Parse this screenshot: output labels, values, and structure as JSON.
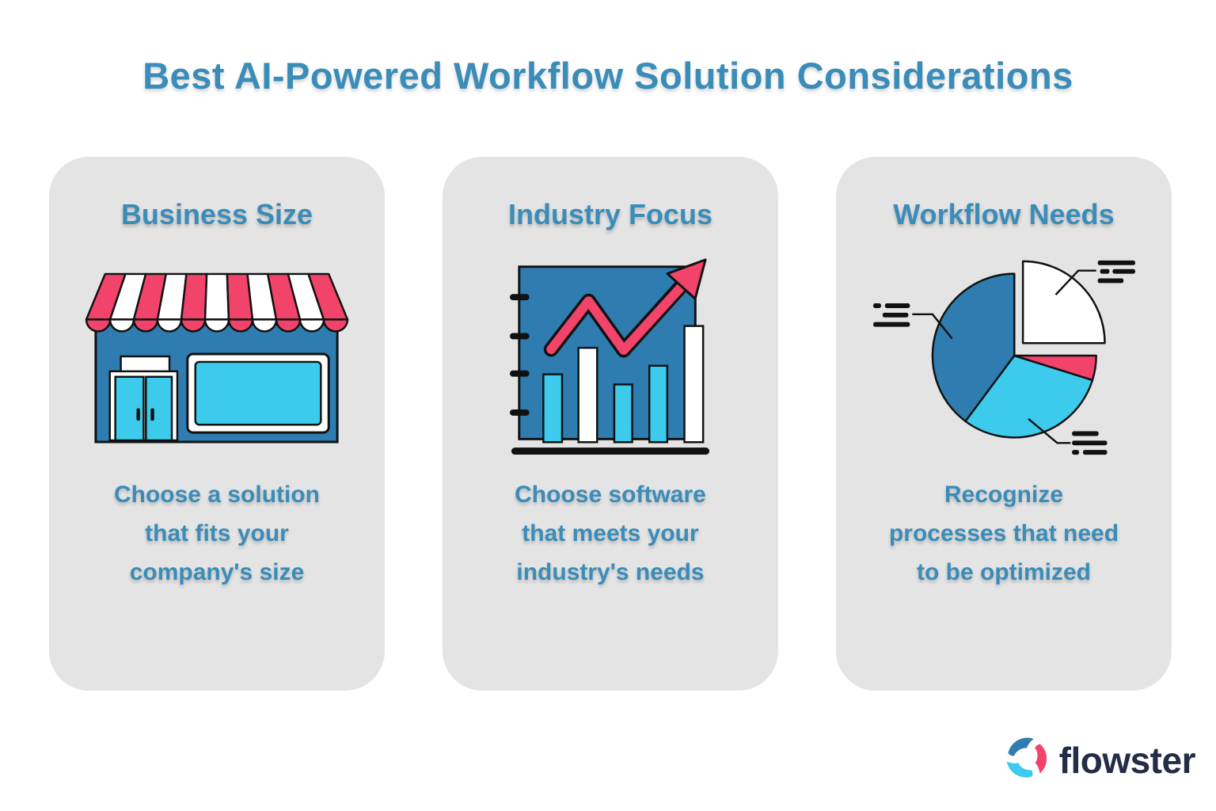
{
  "title": "Best AI-Powered Workflow Solution Considerations",
  "cards": [
    {
      "heading": "Business Size",
      "icon": "storefront-icon",
      "description_lines": [
        "Choose a solution",
        "that fits your",
        "company's size"
      ]
    },
    {
      "heading": "Industry Focus",
      "icon": "growth-bar-chart-icon",
      "description_lines": [
        "Choose software",
        "that meets your",
        "industry's needs"
      ]
    },
    {
      "heading": "Workflow Needs",
      "icon": "pie-chart-icon",
      "description_lines": [
        "Recognize",
        "processes that need",
        "to be optimized"
      ]
    }
  ],
  "footer": {
    "brand": "flowster"
  },
  "colors": {
    "accent_blue_text": "#3A8CB9",
    "icon_steel_blue": "#2E7CB0",
    "icon_cyan": "#3CCBEC",
    "icon_pink": "#F2436B",
    "icon_outline_black": "#111111",
    "card_background": "#E4E4E4",
    "page_background": "#FFFFFF",
    "logo_navy": "#232D47"
  }
}
